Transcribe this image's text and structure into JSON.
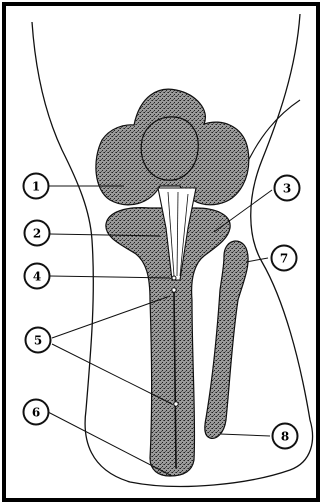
{
  "callouts": [
    {
      "id": "1",
      "text": "1"
    },
    {
      "id": "2",
      "text": "2"
    },
    {
      "id": "3",
      "text": "3"
    },
    {
      "id": "4",
      "text": "4"
    },
    {
      "id": "5",
      "text": "5"
    },
    {
      "id": "6",
      "text": "6"
    },
    {
      "id": "7",
      "text": "7"
    },
    {
      "id": "8",
      "text": "8"
    }
  ],
  "colors": {
    "frame": "#000000",
    "outline": "#111111",
    "bone_fill": "#8c8c8c",
    "ligament_fill": "#ffffff",
    "background": "#ffffff"
  }
}
